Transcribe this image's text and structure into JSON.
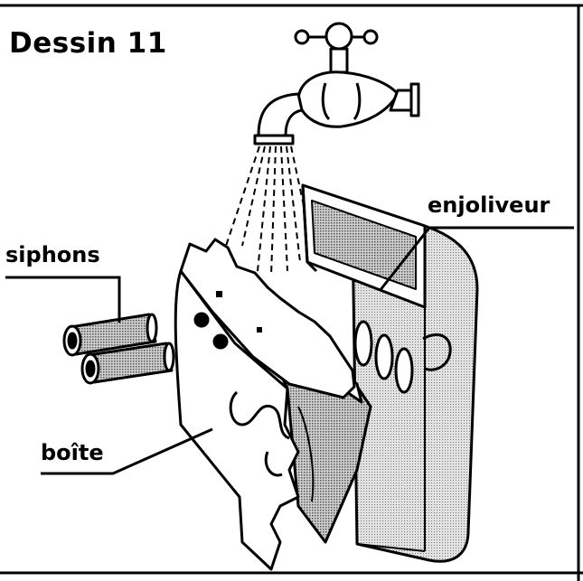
{
  "title": "Dessin 11",
  "labels": {
    "siphons": "siphons",
    "enjoliveur": "enjoliveur",
    "boite": "boîte"
  },
  "colors": {
    "ink": "#000000",
    "screen": "#9a9a9a",
    "paper": "#ffffff"
  }
}
